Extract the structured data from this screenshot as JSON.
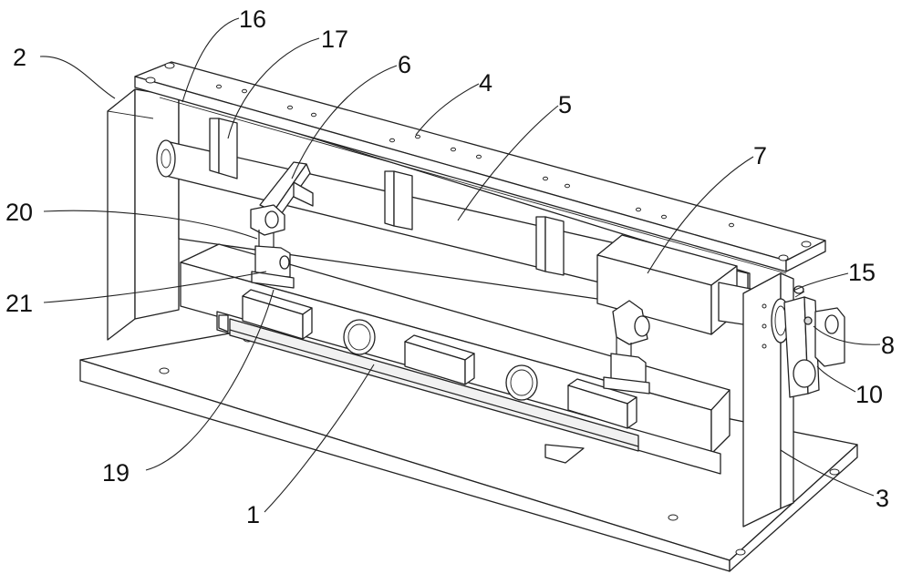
{
  "figure": {
    "title": "Mechanical assembly drawing (isometric view) with part reference numerals",
    "callouts": [
      {
        "id": "c2",
        "label": "2"
      },
      {
        "id": "c16",
        "label": "16"
      },
      {
        "id": "c17",
        "label": "17"
      },
      {
        "id": "c6",
        "label": "6"
      },
      {
        "id": "c4",
        "label": "4"
      },
      {
        "id": "c5",
        "label": "5"
      },
      {
        "id": "c7",
        "label": "7"
      },
      {
        "id": "c20",
        "label": "20"
      },
      {
        "id": "c21",
        "label": "21"
      },
      {
        "id": "c15",
        "label": "15"
      },
      {
        "id": "c8",
        "label": "8"
      },
      {
        "id": "c10",
        "label": "10"
      },
      {
        "id": "c19",
        "label": "19"
      },
      {
        "id": "c1",
        "label": "1"
      },
      {
        "id": "c3",
        "label": "3"
      }
    ]
  }
}
